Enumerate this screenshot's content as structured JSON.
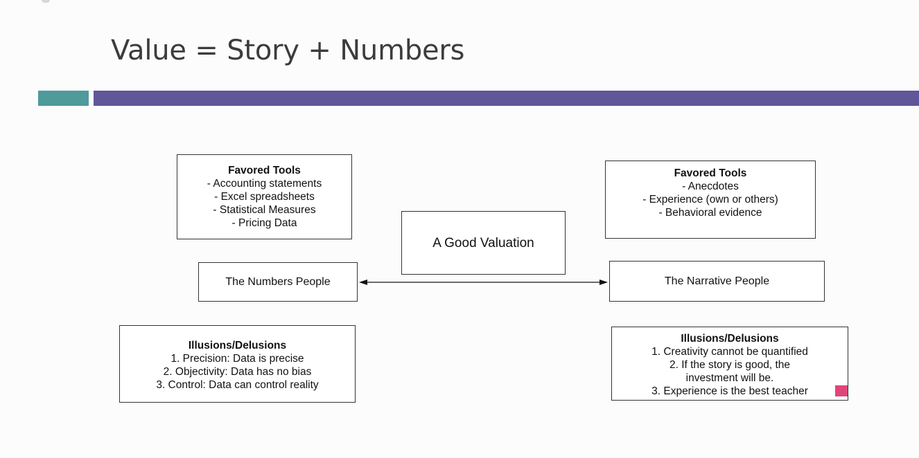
{
  "slide": {
    "title": "Value = Story + Numbers",
    "accent_teal": "#4f9a9a",
    "accent_purple": "#60579a",
    "marker_color": "#e0457a"
  },
  "diagram": {
    "numbers_tools": {
      "heading": "Favored Tools",
      "items": [
        "- Accounting statements",
        "- Excel spreadsheets",
        "- Statistical Measures",
        "- Pricing Data"
      ]
    },
    "narrative_tools": {
      "heading": "Favored Tools",
      "items": [
        "- Anecdotes",
        "- Experience (own or others)",
        "- Behavioral evidence"
      ]
    },
    "center": {
      "label": "A Good Valuation"
    },
    "numbers_people": {
      "label": "The Numbers People"
    },
    "narrative_people": {
      "label": "The Narrative People"
    },
    "numbers_illusions": {
      "heading": "Illusions/Delusions",
      "items": [
        "1. Precision: Data is precise",
        "2. Objectivity: Data has no bias",
        "3. Control: Data can control reality"
      ]
    },
    "narrative_illusions": {
      "heading": "Illusions/Delusions",
      "items": [
        "1. Creativity cannot be quantified",
        "2. If the story is good, the",
        "investment will be.",
        "3. Experience is the best teacher"
      ]
    }
  }
}
